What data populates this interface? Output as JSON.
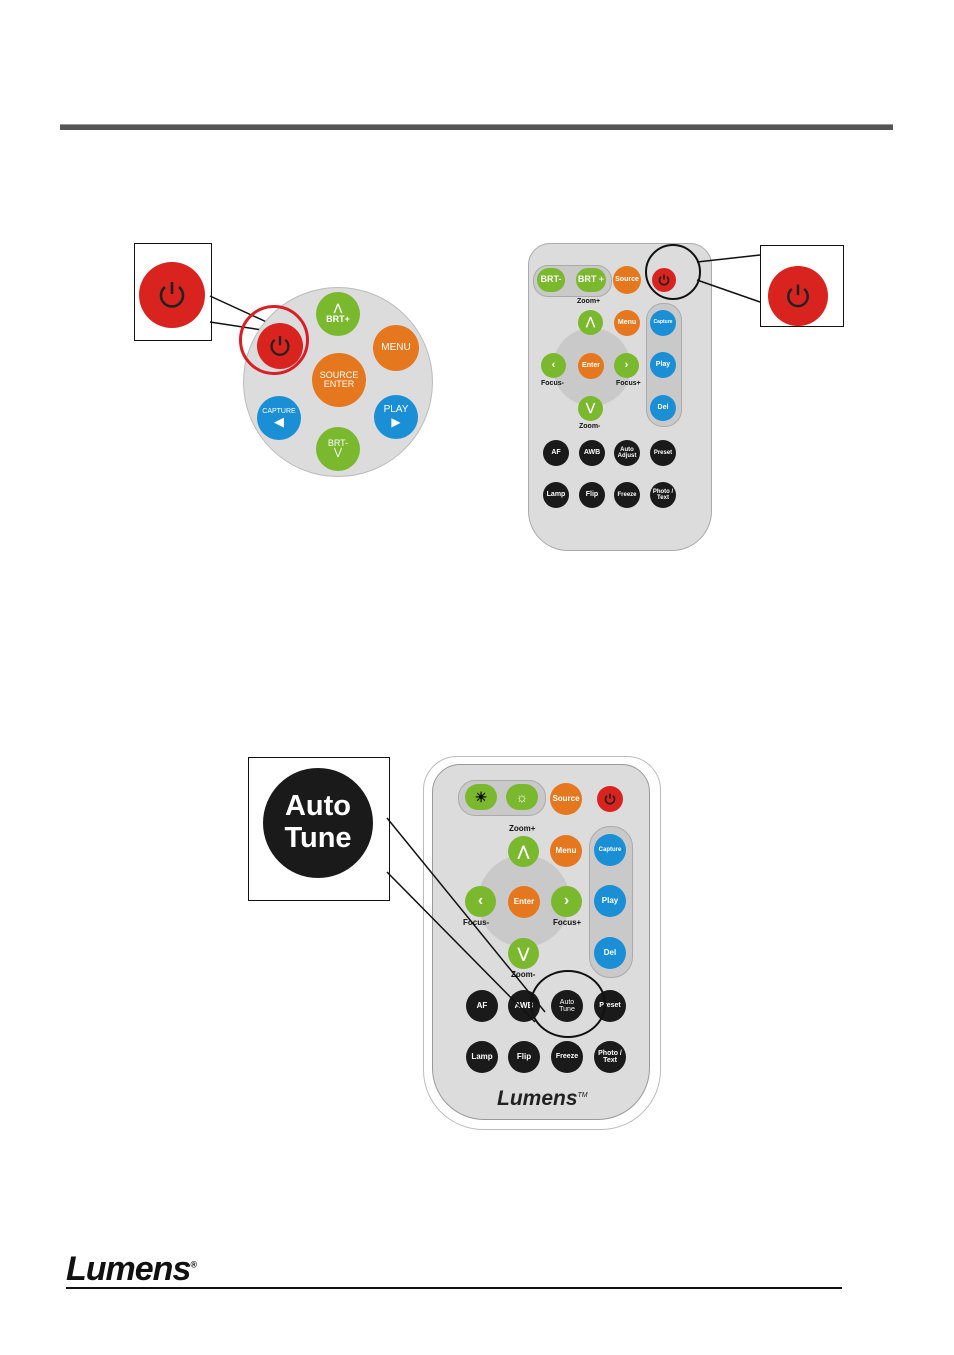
{
  "header": {},
  "panel_a": {
    "buttons": {
      "brt_plus": "BRT+",
      "menu": "MENU",
      "source": "SOURCE",
      "enter": "ENTER",
      "capture": "CAPTURE",
      "play": "PLAY",
      "brt_minus": "BRT-"
    }
  },
  "remote_a": {
    "buttons": {
      "brt_minus": "BRT-",
      "brt_plus": "BRT +",
      "source": "Source",
      "menu": "Menu",
      "enter": "Enter",
      "capture": "Capture",
      "play": "Play",
      "del": "Del",
      "af": "AF",
      "awb": "AWB",
      "auto_adjust": "Auto Adjust",
      "preset": "Preset",
      "lamp": "Lamp",
      "flip": "Flip",
      "freeze": "Freeze",
      "photo_text": "Photo / Text"
    },
    "labels": {
      "zoom_plus": "Zoom+",
      "zoom_minus": "Zoom-",
      "focus_minus": "Focus-",
      "focus_plus": "Focus+"
    }
  },
  "remote_b": {
    "buttons": {
      "source": "Source",
      "menu": "Menu",
      "enter": "Enter",
      "capture": "Capture",
      "play": "Play",
      "del": "Del",
      "af": "AF",
      "awb": "AWB",
      "auto_tune": "Auto Tune",
      "preset": "Preset",
      "lamp": "Lamp",
      "flip": "Flip",
      "freeze": "Freeze",
      "photo_text": "Photo / Text"
    },
    "labels": {
      "zoom_plus": "Zoom+",
      "zoom_minus": "Zoom-",
      "focus_minus": "Focus-",
      "focus_plus": "Focus+"
    },
    "brand": "Lumens",
    "trademark": "TM"
  },
  "callout_auto_tune": {
    "line1": "Auto",
    "line2": "Tune"
  },
  "footer": {
    "logo_text": "Lumens",
    "registered": "®"
  },
  "colors": {
    "power_red": "#d8231f",
    "green": "#7ab82e",
    "orange": "#e5781e",
    "blue": "#1b8fd6",
    "black": "#1a1a1a",
    "remote_body": "#dcdcdc"
  }
}
